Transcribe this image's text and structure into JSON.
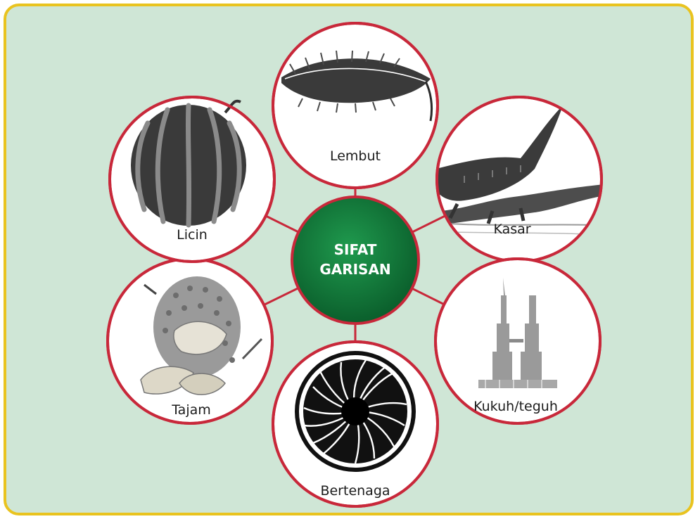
{
  "center": {
    "line1": "SIFAT",
    "line2": "GARISAN"
  },
  "nodes": [
    {
      "id": "lembut",
      "label": "Lembut",
      "icon": "feather-icon"
    },
    {
      "id": "kasar",
      "label": "Kasar",
      "icon": "crocodile-icon"
    },
    {
      "id": "kukuh",
      "label": "Kukuh/teguh",
      "icon": "twin-towers-icon"
    },
    {
      "id": "bertenaga",
      "label": "Bertenaga",
      "icon": "turbine-icon"
    },
    {
      "id": "tajam",
      "label": "Tajam",
      "icon": "durian-icon"
    },
    {
      "id": "licin",
      "label": "Licin",
      "icon": "watermelon-icon"
    }
  ],
  "colors": {
    "background": "#cfe6d6",
    "frame_border": "#e9c31f",
    "circle_border": "#c8283a",
    "connector": "#c8283a",
    "center_fill": "#0f7a3a"
  }
}
